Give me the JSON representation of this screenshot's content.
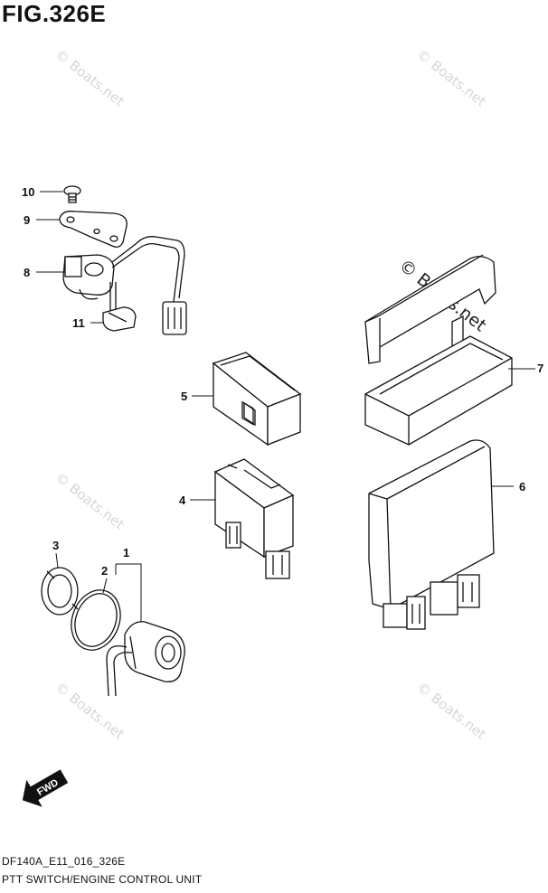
{
  "figure": {
    "title": "FIG.326E",
    "code": "DF140A_E11_016_326E",
    "caption": "PTT SWITCH/ENGINE CONTROL UNIT"
  },
  "watermark": {
    "text": "© Boats.net"
  },
  "direction_badge": {
    "label": "FWD"
  },
  "callouts": {
    "c1": "1",
    "c2": "2",
    "c3": "3",
    "c4": "4",
    "c5": "5",
    "c6": "6",
    "c7": "7",
    "c8": "8",
    "c9": "9",
    "c10": "10",
    "c11": "11"
  }
}
